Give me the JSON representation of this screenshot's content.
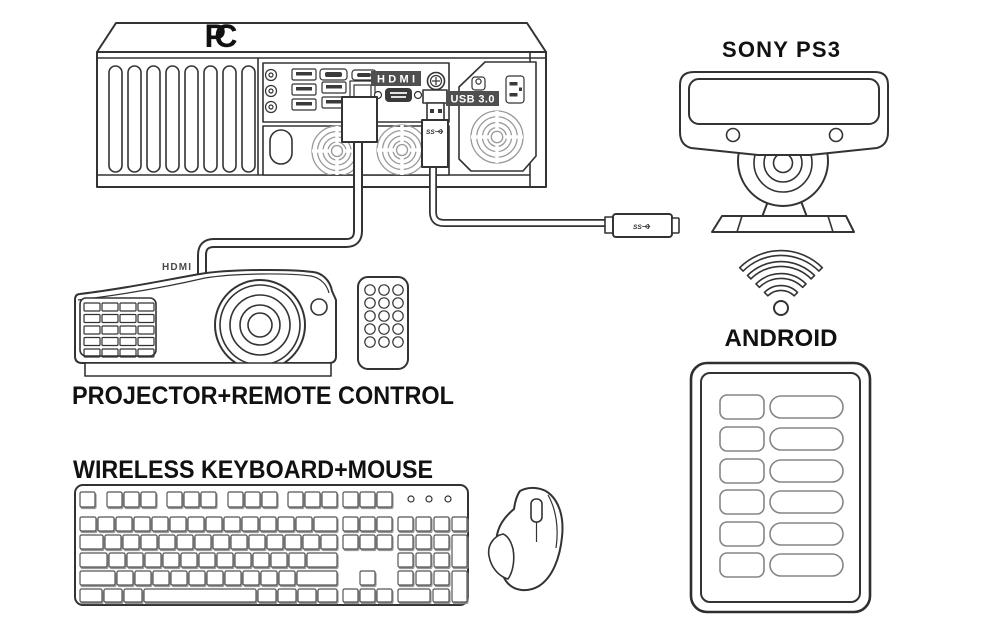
{
  "pc": {
    "title": "PC",
    "hdmi_badge": "HDMI",
    "usb3_badge": "USB 3.0"
  },
  "connections": {
    "hdmi_port_label": "HDMI",
    "usb_plug_logo": "SS",
    "usb_connector_logo": "SS"
  },
  "camera": {
    "caption": "SONY PS3"
  },
  "android": {
    "caption": "ANDROID"
  },
  "projector": {
    "caption": "PROJECTOR+REMOTE CONTROL"
  },
  "keyboard": {
    "caption": "WIRELESS KEYBOARD+MOUSE"
  },
  "colors": {
    "line": "#333333",
    "badge_bg": "#4f4f4f",
    "badge_text": "#ffffff",
    "fan": "#999999",
    "key_shadow": "#8a8a8a"
  }
}
